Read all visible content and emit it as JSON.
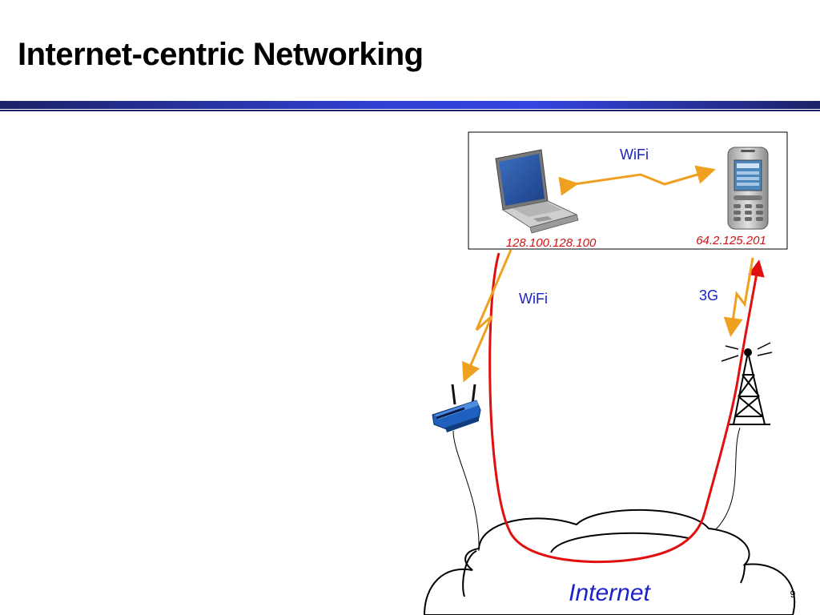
{
  "slide": {
    "title": "Internet-centric Networking",
    "page_number": "9"
  },
  "diagram": {
    "laptop_ip": "128.100.128.100",
    "phone_ip": "64.2.125.201",
    "link_laptop_phone": "WiFi",
    "link_laptop_router": "WiFi",
    "link_phone_tower": "3G",
    "cloud_label": "Internet",
    "colors": {
      "path_red": "#e01010",
      "wireless_orange": "#f0a020",
      "label_blue": "#1a22c8",
      "title_bar": "#2f3fd0"
    }
  }
}
